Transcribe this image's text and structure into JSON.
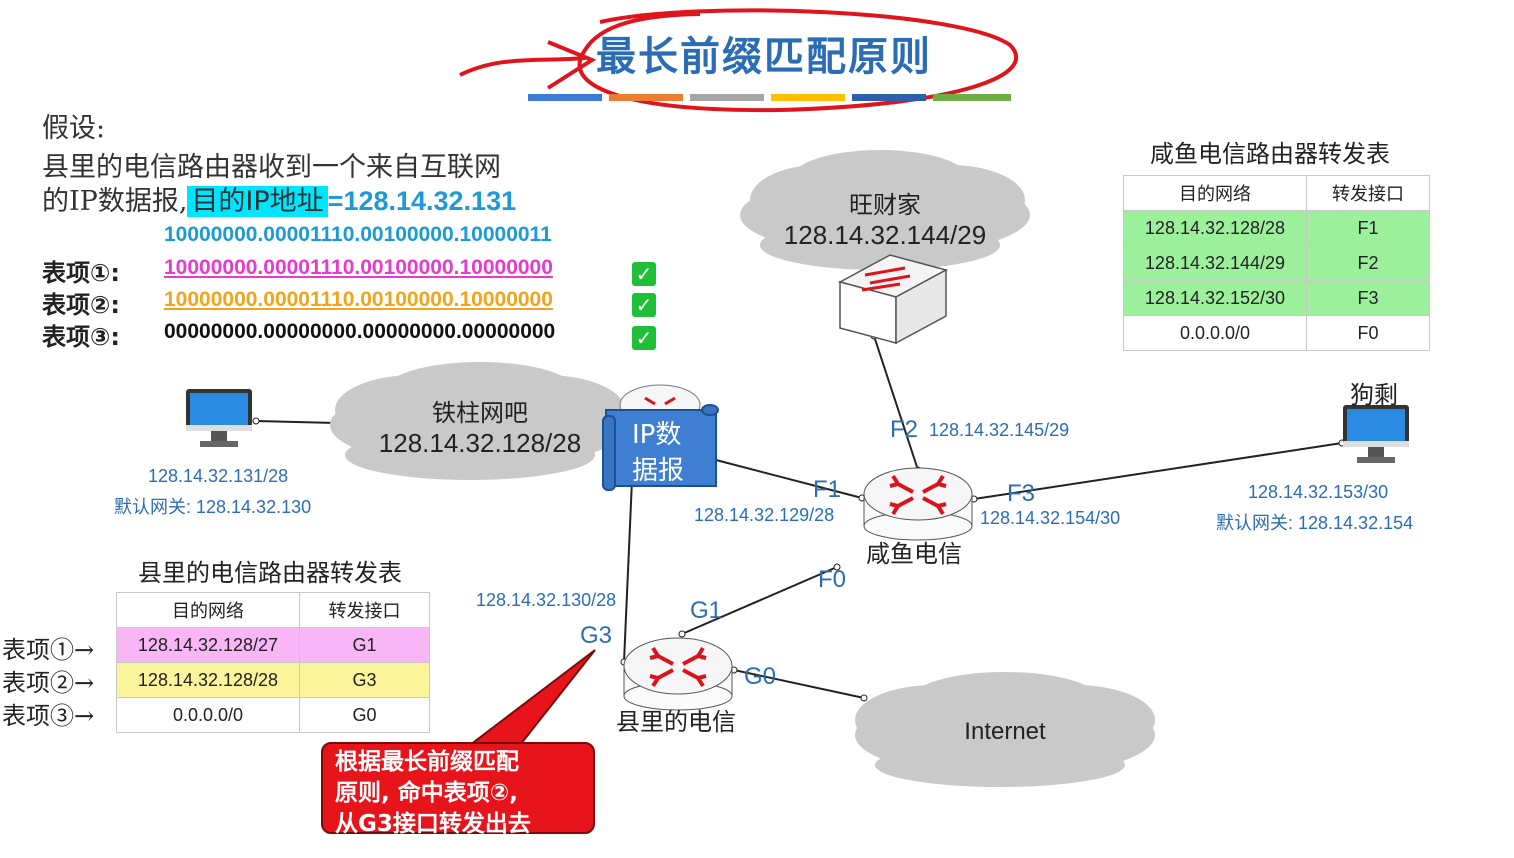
{
  "title": "最长前缀匹配原则",
  "premise": {
    "line1": "假设:",
    "line2": "县里的电信路由器收到一个来自互联网",
    "line3_prefix": "的IP数据报,",
    "dest_label": "目的IP地址",
    "dest_value": "=128.14.32.131"
  },
  "binary": {
    "dest": "10000000.00001110.00100000.10000011",
    "entries": [
      {
        "label": "表项①:",
        "bits": "10000000.00001110.00100000.10000000",
        "color": "#e63ad1"
      },
      {
        "label": "表项②:",
        "bits": "10000000.00001110.00100000.10000000",
        "color": "#f2a51a"
      },
      {
        "label": "表项③:",
        "bits": "00000000.00000000.00000000.00000000",
        "color": "#111111"
      }
    ],
    "check": "✓"
  },
  "xianyu_table": {
    "caption": "咸鱼电信路由器转发表",
    "headers": [
      "目的网络",
      "转发接口"
    ],
    "rows": [
      {
        "network": "128.14.32.128/28",
        "port": "F1"
      },
      {
        "network": "128.14.32.144/29",
        "port": "F2"
      },
      {
        "network": "128.14.32.152/30",
        "port": "F3"
      },
      {
        "network": "0.0.0.0/0",
        "port": "F0"
      }
    ]
  },
  "county_table": {
    "caption": "县里的电信路由器转发表",
    "headers": [
      "目的网络",
      "转发接口"
    ],
    "rows": [
      {
        "label": "表项①",
        "network": "128.14.32.128/27",
        "port": "G1",
        "color": "#f9b6f6"
      },
      {
        "label": "表项②",
        "network": "128.14.32.128/28",
        "port": "G3",
        "color": "#fbf49a"
      },
      {
        "label": "表项③",
        "network": "0.0.0.0/0",
        "port": "G0",
        "color": "#ffffff"
      }
    ]
  },
  "clouds": {
    "wangcai": {
      "name": "旺财家",
      "net": "128.14.32.144/29"
    },
    "tiezhu": {
      "name": "铁柱网吧",
      "net": "128.14.32.128/28"
    },
    "internet": {
      "name": "Internet"
    }
  },
  "hosts": {
    "left": {
      "ip": "128.14.32.131/28",
      "gateway": "默认网关: 128.14.32.130"
    },
    "right": {
      "name": "狗剩",
      "ip": "128.14.32.153/30",
      "gateway": "默认网关: 128.14.32.154"
    }
  },
  "routers": {
    "xianyu": {
      "name": "咸鱼电信"
    },
    "county": {
      "name": "县里的电信"
    }
  },
  "ports": {
    "F1": "F1",
    "F2": "F2",
    "F3": "F3",
    "F0": "F0",
    "G1": "G1",
    "G3": "G3",
    "G0": "G0",
    "F1_ip": "128.14.32.129/28",
    "F2_ip": "128.14.32.145/29",
    "F3_ip": "128.14.32.154/30",
    "G3_ip": "128.14.32.130/28"
  },
  "packet": {
    "line1": "IP数",
    "line2": "据报"
  },
  "callout": {
    "line1": "根据最长前缀匹配",
    "line2": "原则, 命中表项②,",
    "line3": "从G3接口转发出去"
  },
  "colors": {
    "accent": "#2a6db5",
    "highlight_cyan": "#00e5ff",
    "green_row": "#9cf09c",
    "callout_red": "#e8141c"
  },
  "color_bars": [
    "#3a7bd5",
    "#ed7d31",
    "#a5a5a5",
    "#ffc000",
    "#2e5fae",
    "#70ad47"
  ]
}
